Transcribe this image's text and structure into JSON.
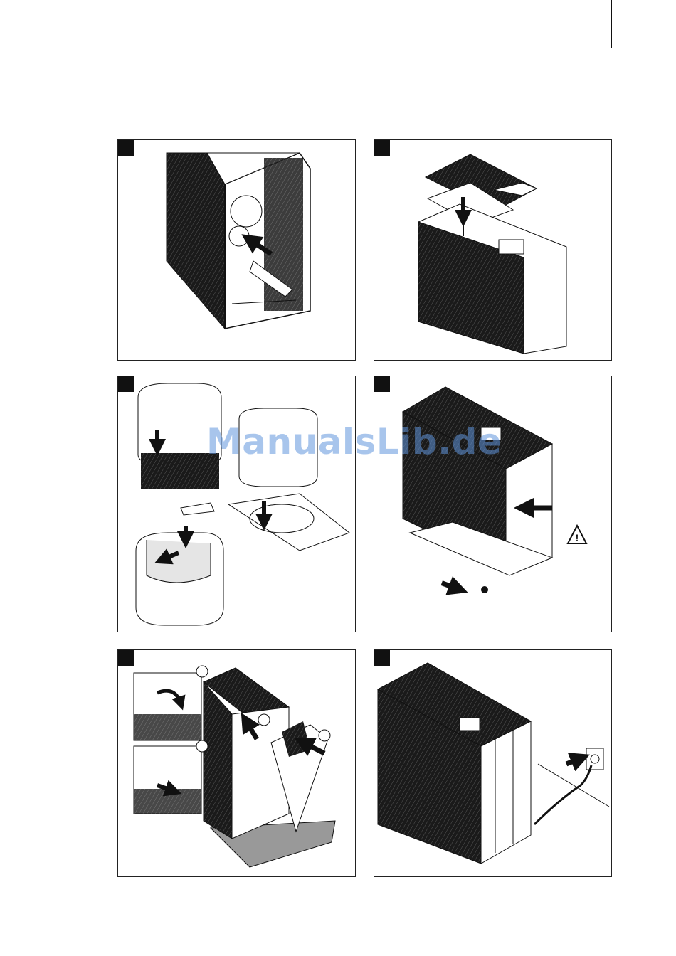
{
  "watermark": {
    "text": "ManualsLib.de",
    "color": "#6096dc"
  },
  "panels": [
    {
      "id": "step-1",
      "description_icon": "tube-insertion-arrow-icon"
    },
    {
      "id": "step-2",
      "description_icon": "filter-insert-arrow-icon"
    },
    {
      "id": "step-3",
      "description_icon": "filter-cartridge-assembly-icon"
    },
    {
      "id": "step-4",
      "description_icon": "warning-triangle-icon"
    },
    {
      "id": "step-5",
      "description_icon": "tilt-unit-icon"
    },
    {
      "id": "step-6",
      "description_icon": "power-plug-icon"
    }
  ],
  "warning_symbol": "!"
}
